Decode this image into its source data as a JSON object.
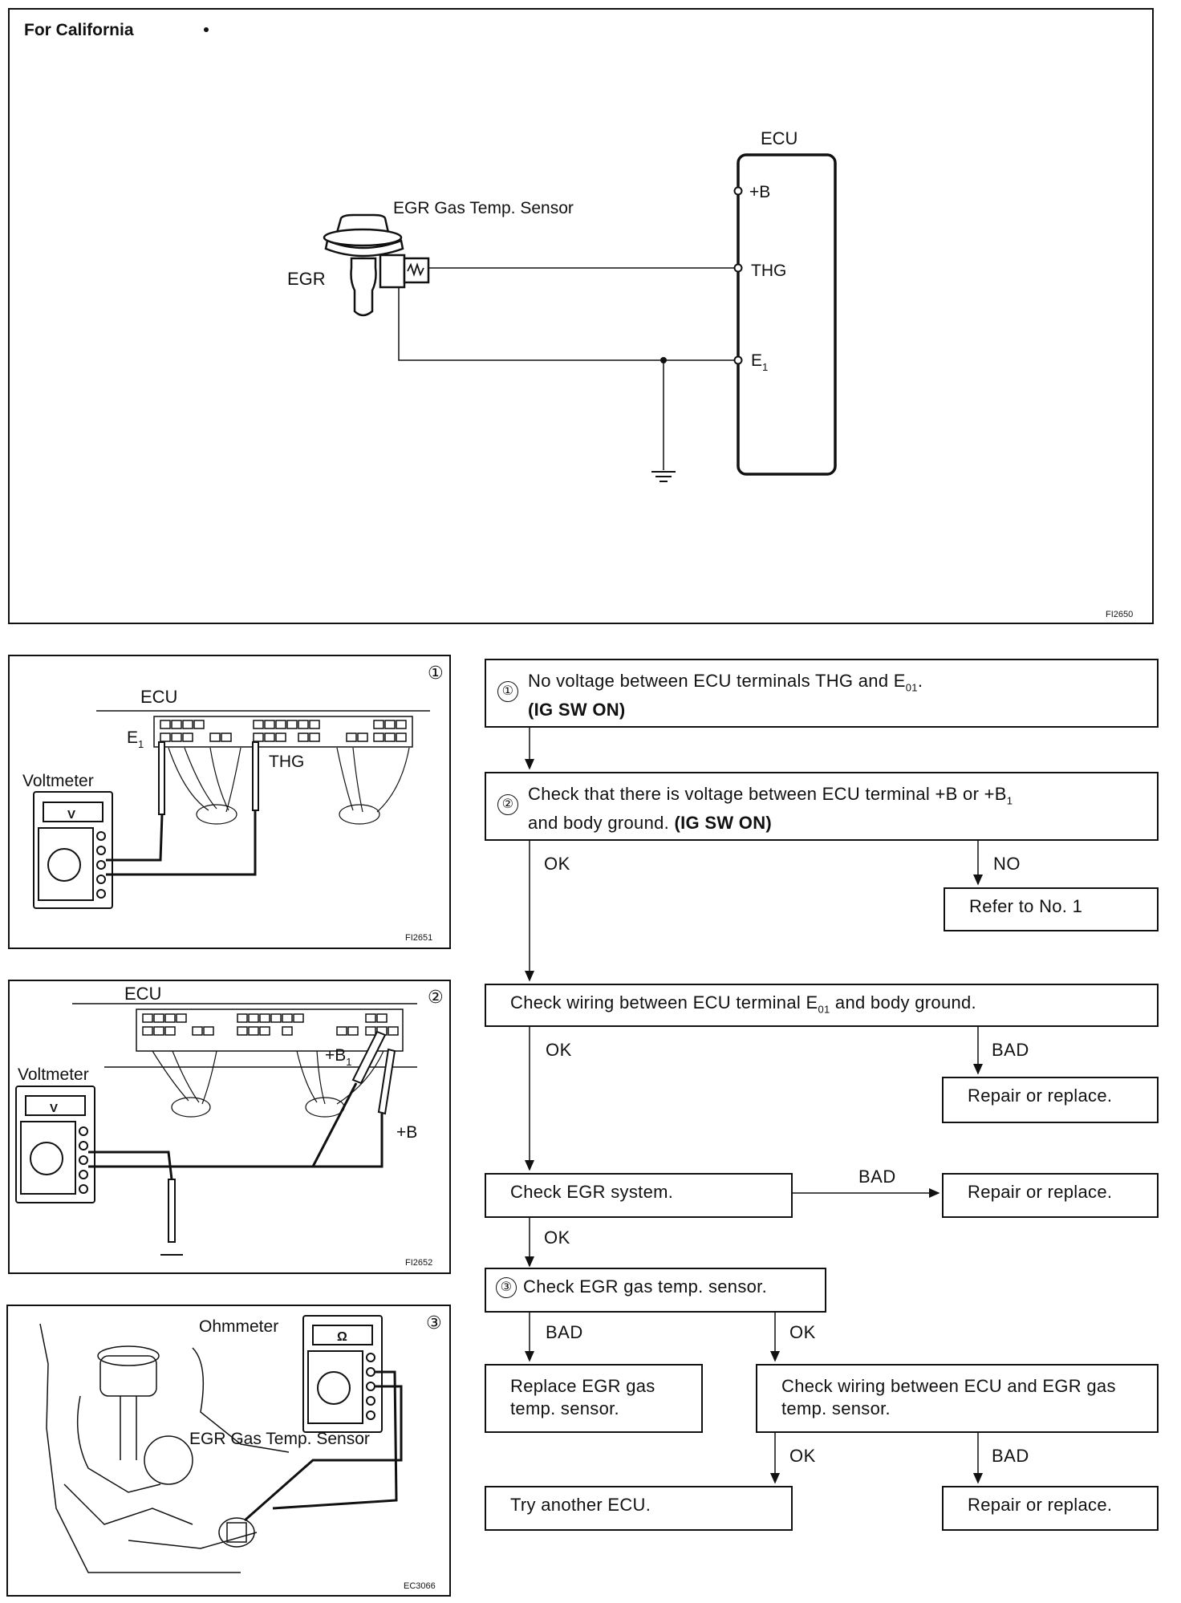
{
  "schematic": {
    "title": "For California",
    "ecu_label": "ECU",
    "terminal_b": "+B",
    "terminal_thg": "THG",
    "terminal_e1": "E",
    "terminal_e1_sub": "1",
    "sensor_label": "EGR Gas Temp. Sensor",
    "egr_label": "EGR",
    "fig_code": "FI2650"
  },
  "fig1": {
    "num": "①",
    "ecu": "ECU",
    "e1": "E",
    "e1_sub": "1",
    "thg": "THG",
    "meter": "Voltmeter",
    "meter_face": "V",
    "code": "FI2651"
  },
  "fig2": {
    "num": "②",
    "ecu": "ECU",
    "b1": "+B",
    "b1_sub": "1",
    "b": "+B",
    "meter": "Voltmeter",
    "meter_face": "V",
    "code": "FI2652"
  },
  "fig3": {
    "num": "③",
    "meter": "Ohmmeter",
    "meter_face": "Ω",
    "sensor": "EGR Gas Temp. Sensor",
    "code": "EC3066"
  },
  "flow": {
    "step1_num": "①",
    "step1_line1": "No voltage between ECU terminals THG and E",
    "step1_sub": "01",
    "step1_line1_end": ".",
    "step1_line2": "(IG SW ON)",
    "step2_num": "②",
    "step2_line1": "Check that there is voltage between ECU terminal +B or +B",
    "step2_sub": "1",
    "step2_line2": "and body ground.",
    "step2_line2_bold": "(IG SW ON)",
    "ok_1": "OK",
    "no_1": "NO",
    "refer": "Refer to No. 1",
    "wiring_e01": "Check wiring between ECU terminal E",
    "wiring_e01_sub": "01",
    "wiring_e01_end": " and body ground.",
    "ok_2": "OK",
    "bad_1": "BAD",
    "repair_1": "Repair or replace.",
    "check_egr": "Check EGR system.",
    "bad_2": "BAD",
    "repair_2": "Repair or replace.",
    "ok_3": "OK",
    "step3_num": "③",
    "step3": "Check EGR gas temp. sensor.",
    "bad_3": "BAD",
    "ok_4": "OK",
    "replace_sensor": "Replace EGR gas temp. sensor.",
    "check_wiring_sensor": "Check wiring between ECU and EGR gas temp. sensor.",
    "ok_5": "OK",
    "bad_4": "BAD",
    "try_ecu": "Try another ECU.",
    "repair_3": "Repair or replace."
  }
}
